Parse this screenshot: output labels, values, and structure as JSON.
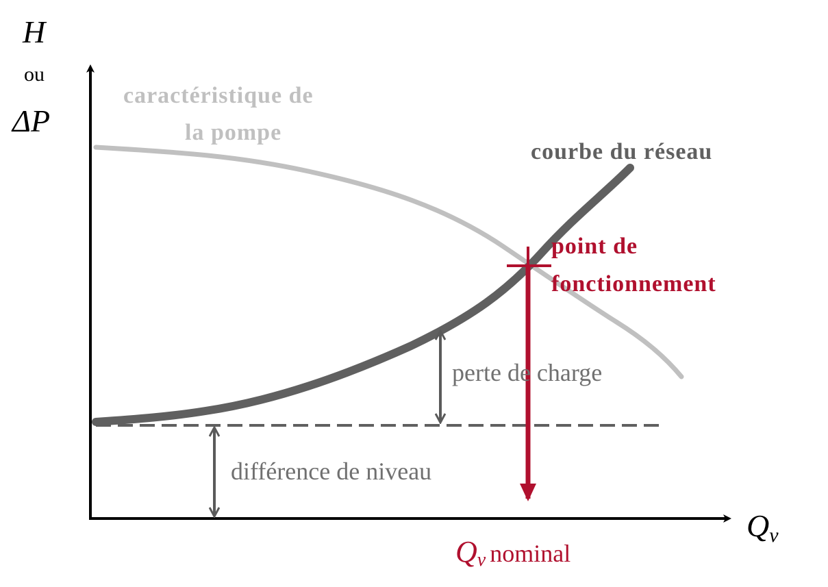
{
  "labels": {
    "y_axis_var1": "H",
    "y_axis_connector": "ou",
    "y_axis_var2": "ΔP",
    "x_axis_var": "Q",
    "x_axis_sub": "v",
    "pump_curve_line1": "caractéristique de",
    "pump_curve_line2": "la pompe",
    "network_curve": "courbe du réseau",
    "operating_point_line1": "point de",
    "operating_point_line2": "fonctionnement",
    "head_loss": "perte de charge",
    "level_difference": "différence de niveau",
    "nominal_var": "Q",
    "nominal_sub": "v",
    "nominal_word": "nominal"
  },
  "colors": {
    "axes": "#000000",
    "pump_curve": "#c0c0c0",
    "network_curve": "#606060",
    "dimension_arrows": "#5a5a5a",
    "operating_point": "#b0102e",
    "static_line": "#606060"
  }
}
